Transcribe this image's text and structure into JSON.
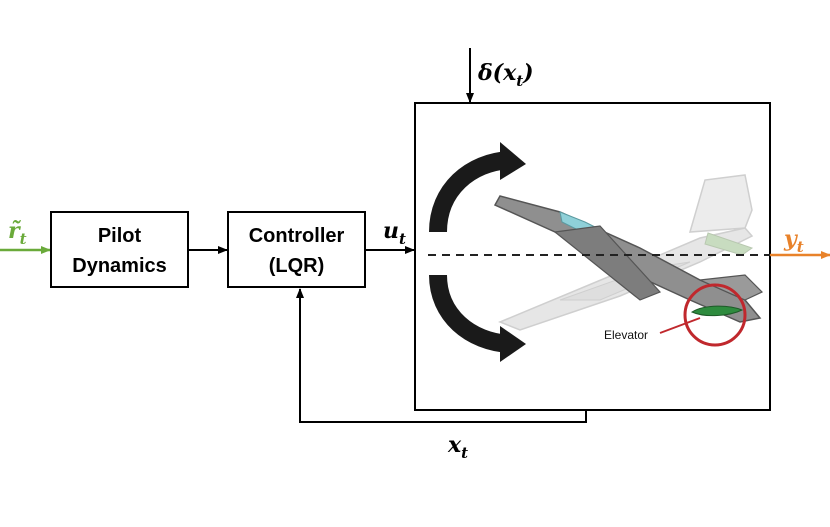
{
  "blocks": {
    "pilot": {
      "line1": "Pilot",
      "line2": "Dynamics"
    },
    "controller": {
      "line1": "Controller",
      "line2": "(LQR)"
    }
  },
  "signals": {
    "reference": {
      "symbol": "r̃",
      "subscript": "t"
    },
    "control": {
      "symbol": "u",
      "subscript": "t"
    },
    "disturbance": {
      "symbol": "δ(x",
      "subscript": "t",
      "tail": ")"
    },
    "output": {
      "symbol": "y",
      "subscript": "t"
    },
    "state": {
      "symbol": "x",
      "subscript": "t"
    }
  },
  "plant": {
    "callout_label": "Elevator"
  },
  "colors": {
    "reference": "#6aaa3a",
    "output": "#e8822a",
    "callout": "#c0282d",
    "aircraft_body": "#8f8f8f",
    "aircraft_ghost": "#e6e6e6",
    "elevator": "#2e8b3e",
    "canopy": "#8fd0d8"
  }
}
